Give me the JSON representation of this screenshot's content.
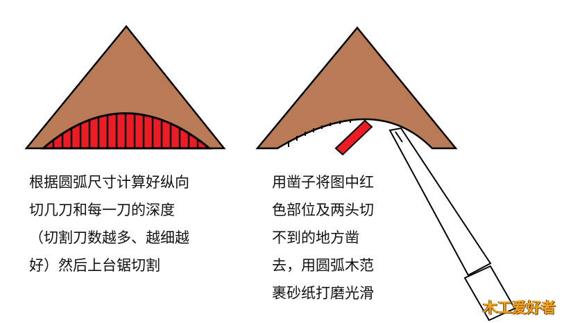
{
  "captions": {
    "left": {
      "lines": [
        "根据圆弧尺寸计算好纵向",
        "切几刀和每一刀的深度",
        "（切割刀数越多、越细越",
        "好）然后上台锯切割"
      ]
    },
    "right": {
      "lines": [
        "用凿子将图中红",
        "色部位及两头切",
        "不到的地方凿",
        "去，用圆弧木范",
        "裹砂纸打磨光滑"
      ]
    }
  },
  "logo": {
    "text": "木工爱好者"
  },
  "colors": {
    "wood": "#b97a56",
    "cut": "#ed1c24",
    "outline": "#000000",
    "background": "#ffffff",
    "logo": "#f3a51e"
  },
  "icons": {
    "chisel": "chisel-icon",
    "red_chip": "wood-chip-icon"
  }
}
